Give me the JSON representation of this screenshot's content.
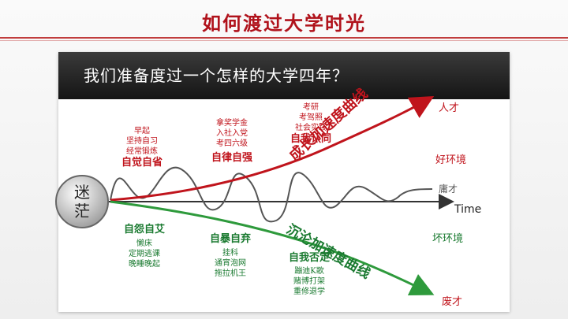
{
  "slide": {
    "title": "如何渡过大学时光",
    "question": "我们准备度过一个怎样的大学四年？"
  },
  "start_node": {
    "line1": "迷",
    "line2": "茫"
  },
  "axis": {
    "label": "Time"
  },
  "curves": {
    "growth_label": "成长加速度曲线",
    "decline_label": "沉沦加速度曲线",
    "growth_end": "人才",
    "decline_end": "废才",
    "mediocre_end": "庸才"
  },
  "environment": {
    "good": "好环境",
    "bad": "坏环境"
  },
  "positive_groups": [
    {
      "items": [
        "早起",
        "坚持自习",
        "经常锻炼"
      ],
      "heading": "自觉自省"
    },
    {
      "items": [
        "拿奖学金",
        "入社入党",
        "考四六级"
      ],
      "heading": "自律自强"
    },
    {
      "items": [
        "考研",
        "考驾照",
        "社会实践"
      ],
      "heading": "自我认同"
    }
  ],
  "negative_groups": [
    {
      "heading": "自怨自艾",
      "items": [
        "懒床",
        "定期逃课",
        "晚睡晚起"
      ]
    },
    {
      "heading": "自暴自弃",
      "items": [
        "挂科",
        "通宵泡网",
        "拖拉机王"
      ]
    },
    {
      "heading": "自我否定",
      "items": [
        "蹦迪K歌",
        "赌博打架",
        "重修退学"
      ]
    }
  ],
  "colors": {
    "title": "#b0121b",
    "growth": "#c0141c",
    "decline": "#2e9a3c",
    "mediocre": "#555555"
  }
}
